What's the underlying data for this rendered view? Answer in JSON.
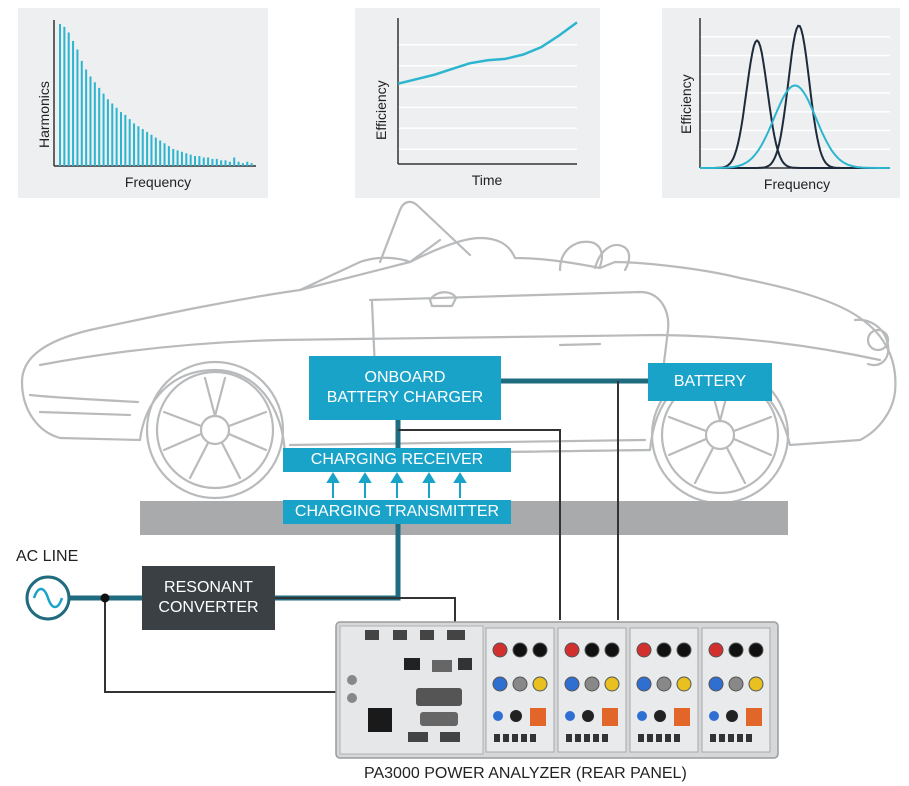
{
  "chart_data": [
    {
      "type": "bar",
      "xlabel": "Frequency",
      "ylabel": "Harmonics",
      "values": [
        100,
        98,
        94,
        88,
        82,
        74,
        68,
        63,
        59,
        55,
        51,
        47,
        44,
        41,
        38,
        36,
        33,
        30,
        28,
        26,
        24,
        22,
        20,
        18,
        16,
        14,
        12,
        11,
        10,
        9,
        8,
        7,
        7,
        6,
        6,
        5,
        5,
        4,
        4,
        3,
        6,
        3,
        2,
        3,
        2
      ]
    },
    {
      "type": "line",
      "xlabel": "Time",
      "ylabel": "Efficiency",
      "grid": true,
      "x": [
        0,
        0.1,
        0.2,
        0.3,
        0.4,
        0.5,
        0.6,
        0.7,
        0.8,
        0.9,
        1.0
      ],
      "y": [
        55,
        58,
        61,
        65,
        69,
        71,
        72,
        75,
        80,
        88,
        97
      ]
    },
    {
      "type": "line",
      "xlabel": "Frequency",
      "ylabel": "Efficiency",
      "grid": true,
      "series": [
        {
          "color": "#1e2b3a",
          "center": 0.3,
          "width": 0.055,
          "peak": 85
        },
        {
          "color": "#1e2b3a",
          "center": 0.52,
          "width": 0.055,
          "peak": 95
        },
        {
          "color": "#2bb5cf",
          "center": 0.5,
          "width": 0.11,
          "peak": 55
        }
      ]
    }
  ],
  "diagram": {
    "onboard_charger": [
      "ONBOARD",
      "BATTERY CHARGER"
    ],
    "battery": "BATTERY",
    "charging_receiver": "CHARGING RECEIVER",
    "charging_transmitter": "CHARGING TRANSMITTER",
    "ac_line": "AC LINE",
    "resonant_converter": [
      "RESONANT",
      "CONVERTER"
    ],
    "analyzer_caption": "PA3000 POWER ANALYZER (REAR PANEL)"
  },
  "colors": {
    "teal": "#1aa3c9",
    "dark_box": "#3b4045",
    "wire": "#1f6b7f",
    "thin_wire": "#333333",
    "ground_bar": "#a9aaab",
    "car_outline": "#b8babc"
  }
}
